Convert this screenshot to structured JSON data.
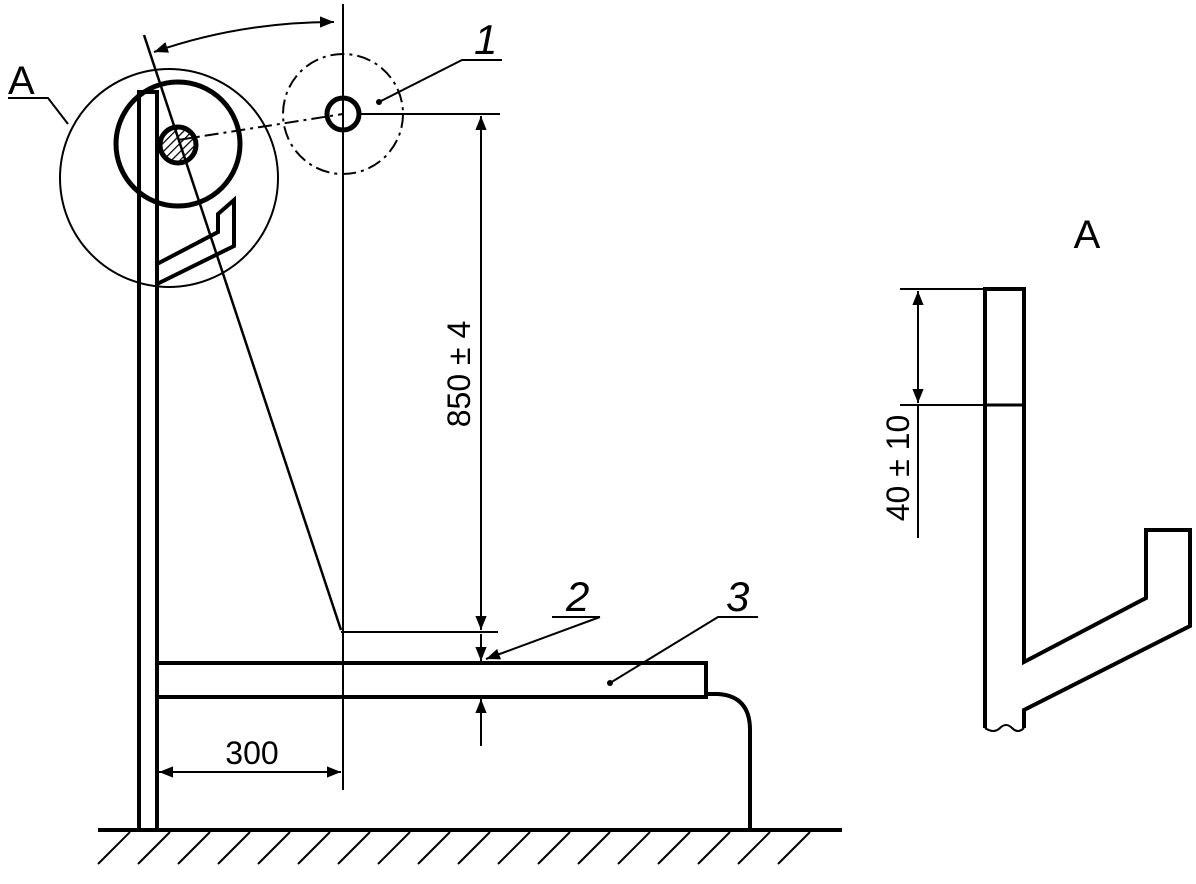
{
  "view_labels": {
    "detail_marker": "A",
    "detail_title": "A"
  },
  "callouts": {
    "c1": "1",
    "c2": "2",
    "c3": "3"
  },
  "dimensions": {
    "height": "850 ± 4",
    "offset": "300",
    "detail_length": "40 ± 10"
  }
}
